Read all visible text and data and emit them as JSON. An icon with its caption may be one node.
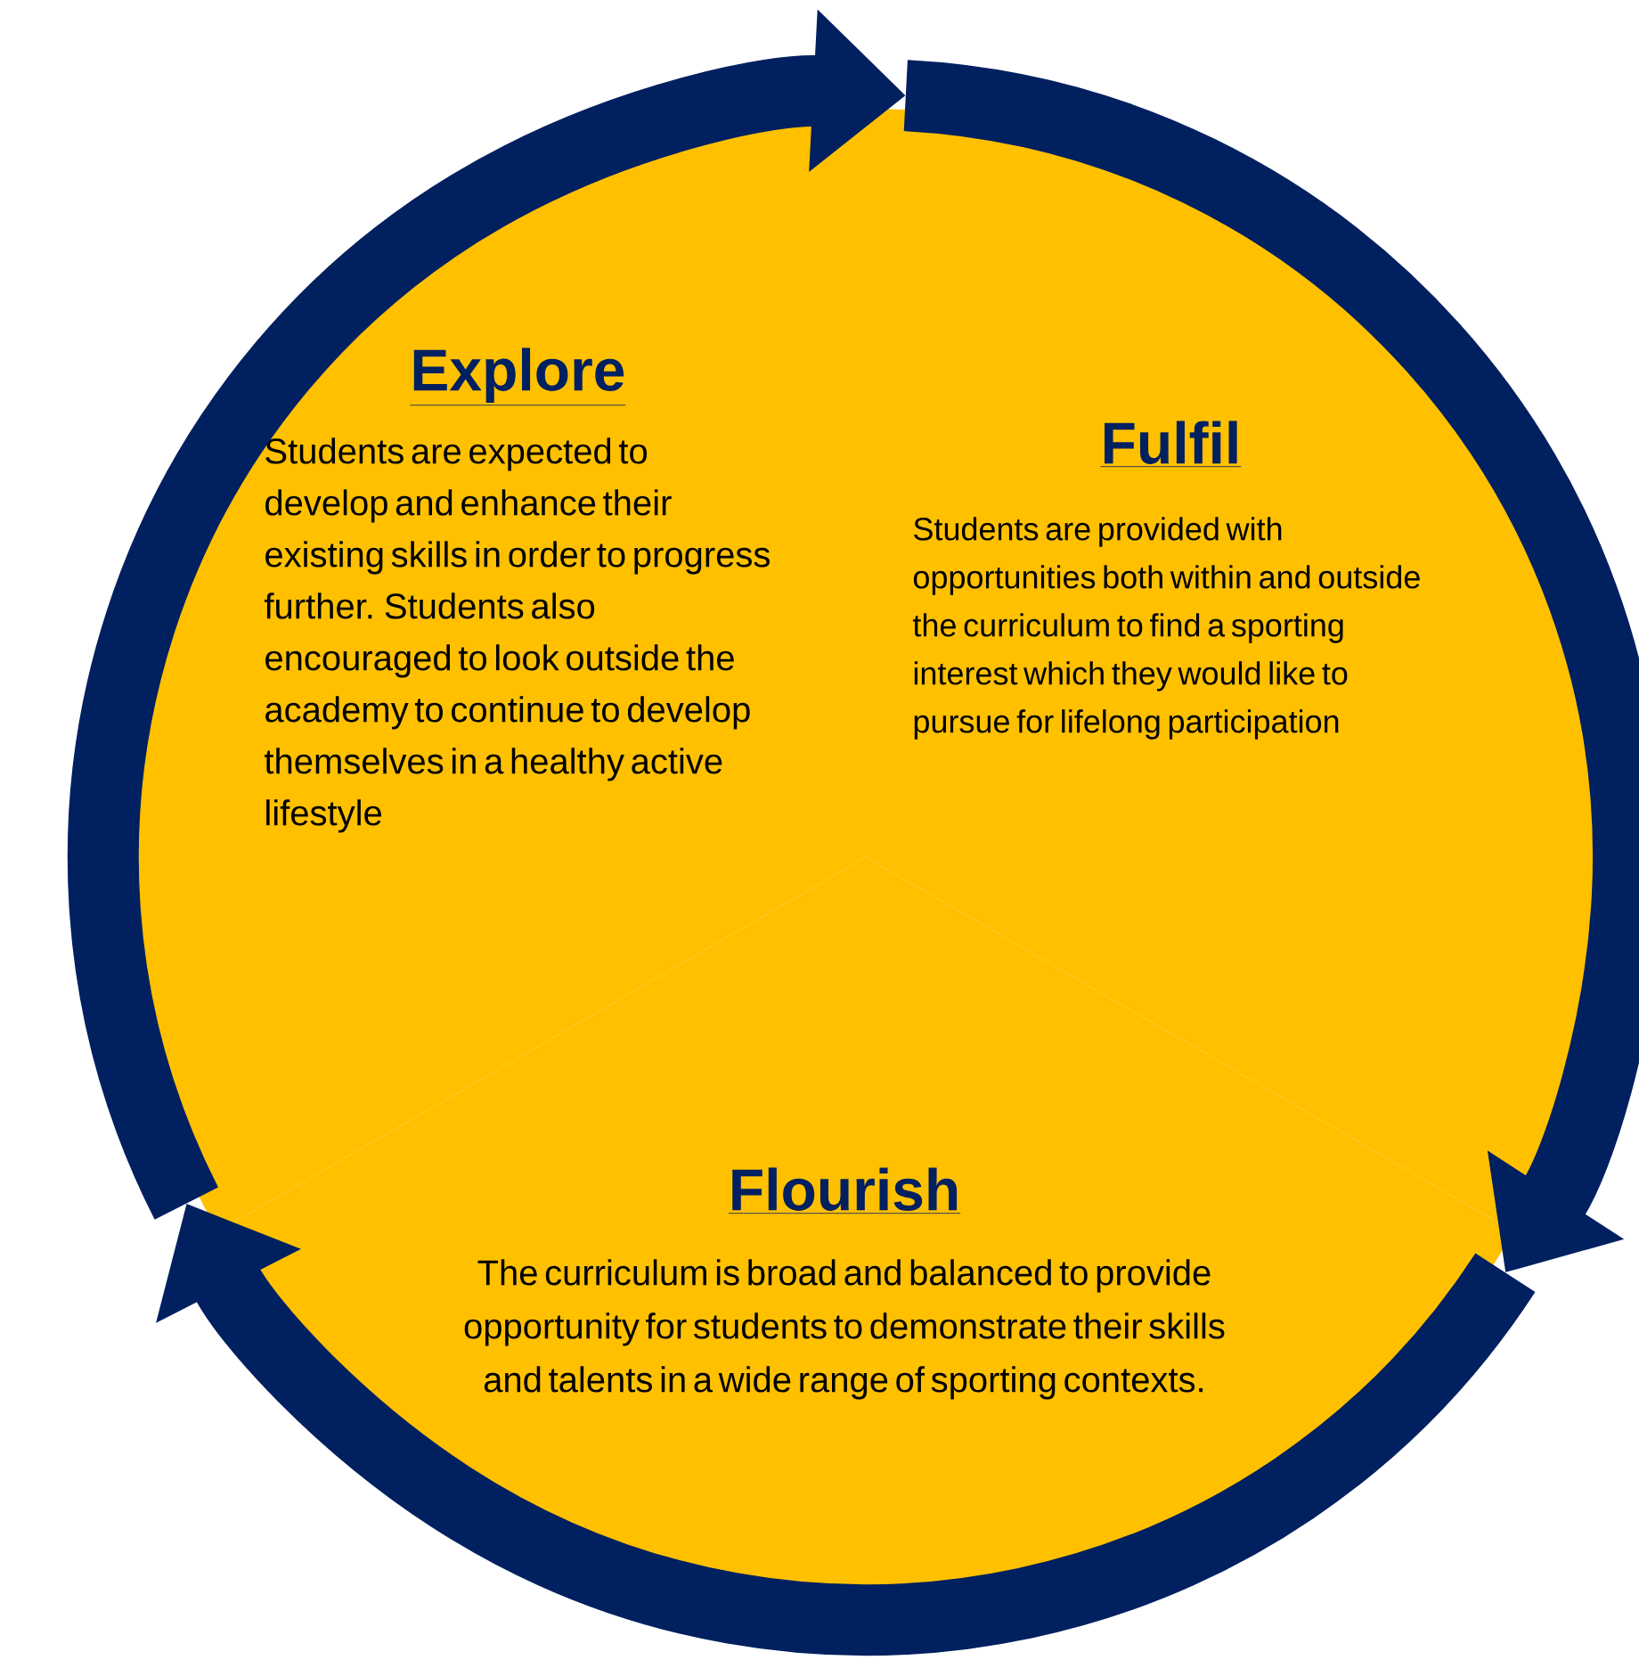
{
  "diagram": {
    "nodes": [
      {
        "text": [
          "Explore",
          "Students are expected to develop and enhance their existing skills in order to progress further. Students also encouraged to look outside the academy to continue to develop themselves in a healthy active lifestyle"
        ]
      },
      {
        "text": [
          "Fulfil",
          "Students are provided with opportunities both within and outside the curriculum to find a sporting interest which they would like to pursue for lifelong participation"
        ]
      },
      {
        "text": [
          "Flourish",
          "The curriculum is broad and balanced to provide opportunity for students to demonstrate their skills and talents in a wide range of sporting contexts."
        ]
      }
    ],
    "edges": [
      {
        "from": 0,
        "to": 1,
        "arrow": "to"
      },
      {
        "from": 1,
        "to": 2,
        "arrow": "to"
      },
      {
        "from": 2,
        "to": 0,
        "arrow": "to"
      }
    ]
  }
}
